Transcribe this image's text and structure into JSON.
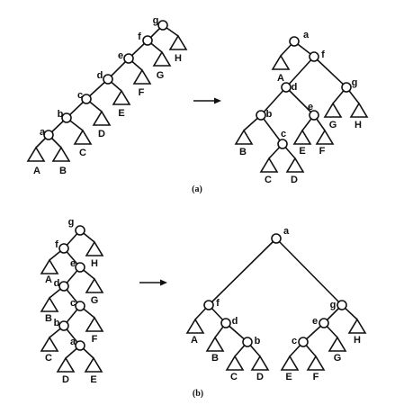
{
  "captions": {
    "a": "(a)",
    "b": "(b)"
  },
  "labels": {
    "a1": [
      "a",
      "b",
      "c",
      "d",
      "e",
      "f",
      "g",
      "A",
      "B",
      "C",
      "D",
      "E",
      "F",
      "G",
      "H"
    ],
    "a2": [
      "a",
      "f",
      "d",
      "g",
      "b",
      "e",
      "c",
      "A",
      "B",
      "E",
      "F",
      "G",
      "H",
      "C",
      "D"
    ],
    "b1": [
      "g",
      "f",
      "e",
      "d",
      "c",
      "b",
      "a",
      "H",
      "A",
      "G",
      "B",
      "F",
      "C",
      "D",
      "E"
    ],
    "b2": [
      "a",
      "f",
      "d",
      "b",
      "g",
      "e",
      "c",
      "A",
      "B",
      "C",
      "D",
      "H",
      "G",
      "E",
      "F"
    ]
  },
  "colors": {
    "stroke": "#111111",
    "background": "#ffffff"
  }
}
